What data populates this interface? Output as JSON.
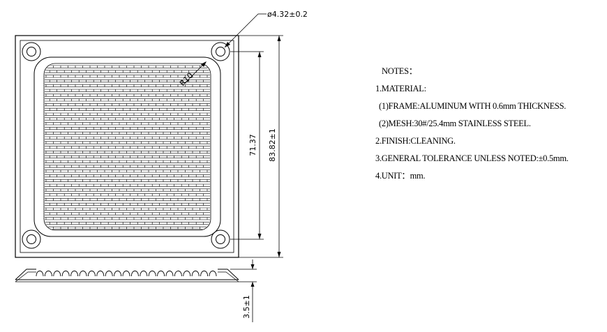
{
  "dimensions": {
    "hole_diameter": "ø4.32±0.2",
    "corner_radius": "R10",
    "inner_span": "71.37",
    "outer_size": "83.82±1",
    "thickness": "3.5±1"
  },
  "notes": {
    "title": "NOTES：",
    "items": [
      "1.MATERIAL:",
      "(1)FRAME:ALUMINUM WITH 0.6mm THICKNESS.",
      "(2)MESH:30#/25.4mm STAINLESS STEEL.",
      "2.FINISH:CLEANING.",
      "3.GENERAL TOLERANCE UNLESS NOTED:±0.5mm.",
      "4.UNIT：mm."
    ]
  },
  "colors": {
    "line": "#000000",
    "background": "#ffffff"
  }
}
